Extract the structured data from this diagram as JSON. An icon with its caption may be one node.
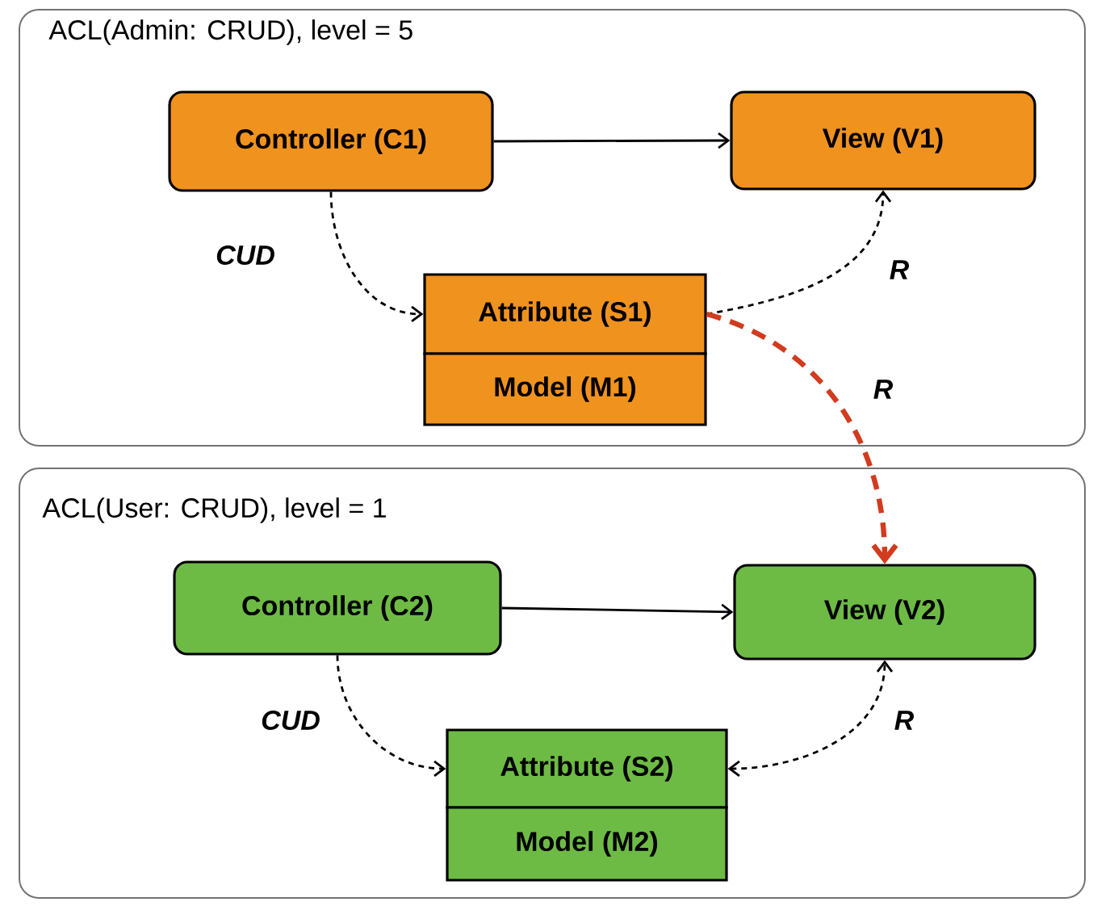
{
  "diagram": {
    "nodes": [
      {
        "text": [
          "ACL(Admin: CRUD), level = 5"
        ]
      },
      {
        "text": [
          "Controller (C1)"
        ],
        "in": 0
      },
      {
        "text": [
          "View (V1)"
        ],
        "in": 0
      },
      {
        "text": [
          "Attribute (S1)"
        ],
        "in": 0
      },
      {
        "text": [
          "Model (M1)"
        ],
        "in": 0
      },
      {
        "text": [
          "ACL(User: CRUD), level = 1"
        ]
      },
      {
        "text": [
          "Controller (C2)"
        ],
        "in": 5
      },
      {
        "text": [
          "View (V2)"
        ],
        "in": 5
      },
      {
        "text": [
          "Attribute (S2)"
        ],
        "in": 5
      },
      {
        "text": [
          "Model (M2)"
        ],
        "in": 5
      }
    ],
    "edges": [
      {
        "from": 1,
        "to": 2,
        "arrow": "to"
      },
      {
        "from": 1,
        "to": 3,
        "arrow": "to",
        "style": "dashed",
        "label": "CUD"
      },
      {
        "from": 3,
        "to": 2,
        "arrow": "to",
        "style": "dashed",
        "label": "R"
      },
      {
        "from": 3,
        "to": 7,
        "arrow": "to",
        "style": "dashed",
        "color": "#d13b1e",
        "label": "R"
      },
      {
        "from": 6,
        "to": 7,
        "arrow": "to"
      },
      {
        "from": 6,
        "to": 8,
        "arrow": "to",
        "style": "dashed",
        "label": "CUD"
      },
      {
        "from": 8,
        "to": 7,
        "arrow": "both",
        "style": "dashed",
        "label": "R"
      }
    ]
  }
}
